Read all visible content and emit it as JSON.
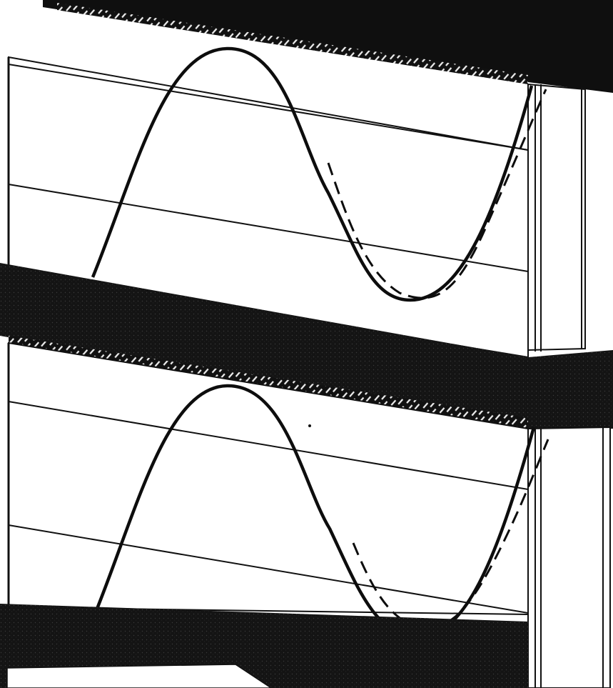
{
  "figure": {
    "panels": [
      {
        "id": "upper",
        "curves": [
          {
            "name": "",
            "style": "solid"
          },
          {
            "name": "",
            "style": "dashed"
          }
        ]
      },
      {
        "id": "lower",
        "curves": [
          {
            "name": "",
            "style": "solid"
          },
          {
            "name": "",
            "style": "dashed"
          }
        ]
      }
    ],
    "colors": {
      "ink": "#0d0d0d",
      "paper": "#ffffff",
      "band": "#101010"
    }
  }
}
